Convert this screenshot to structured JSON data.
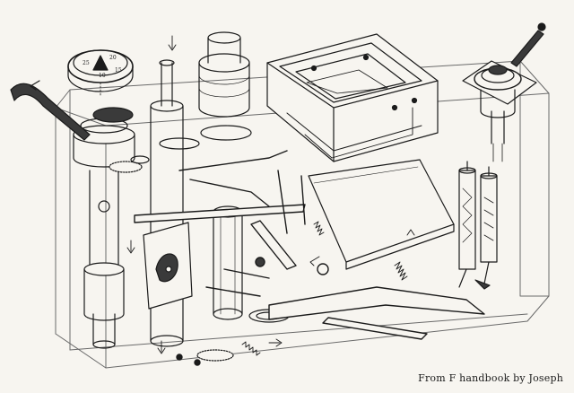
{
  "caption": "From F handbook by Joseph",
  "dial_numbers": [
    "25",
    "20",
    "15",
    "10"
  ],
  "colors": {
    "ink": "#1b1b1b",
    "paper": "#f7f5f0",
    "case_line": "#6a6a6a",
    "shade": "#3a3a3a"
  },
  "icons": [
    "flow-arrow-icon",
    "hand-crank-icon",
    "spring-icon",
    "gear-icon"
  ]
}
